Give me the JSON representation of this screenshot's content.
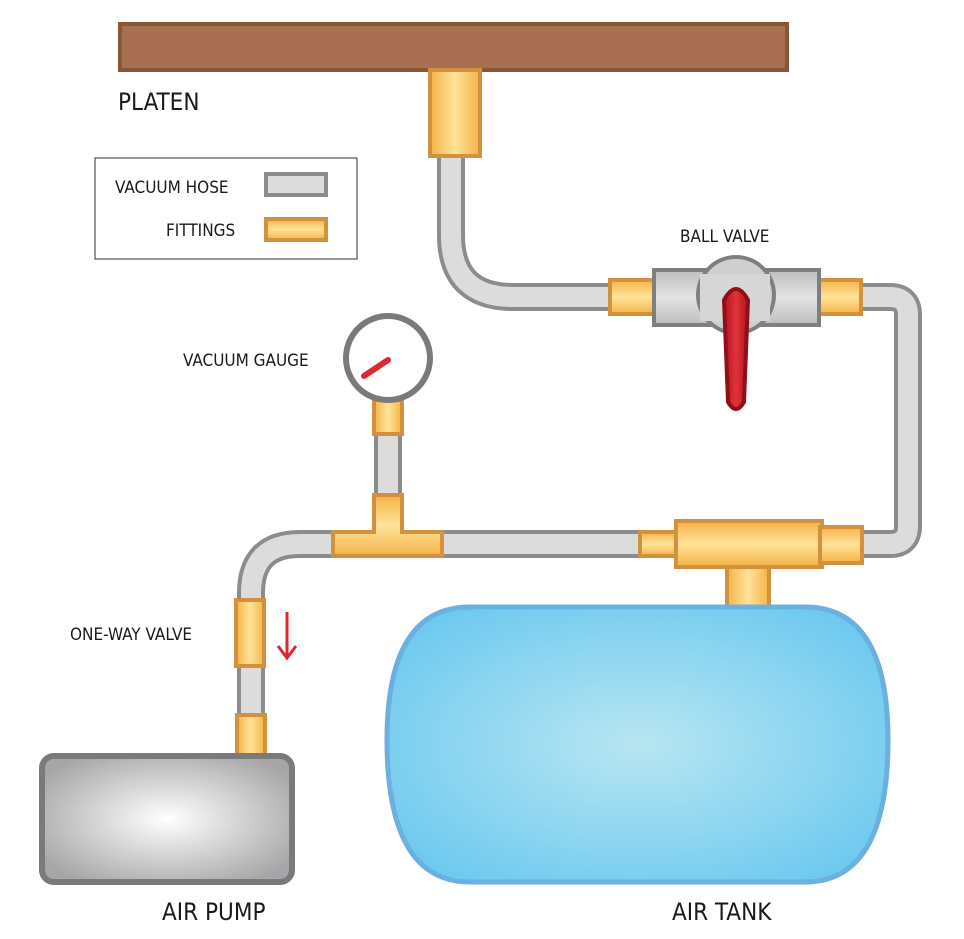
{
  "labels": {
    "platen": "PLATEN",
    "ball_valve": "BALL VALVE",
    "vacuum_gauge": "VACUUM GAUGE",
    "one_way_valve": "ONE-WAY VALVE",
    "air_pump": "AIR PUMP",
    "air_tank": "AIR TANK"
  },
  "legend": {
    "items": [
      {
        "label": "VACUUM HOSE",
        "swatch": "hose"
      },
      {
        "label": "FITTINGS",
        "swatch": "fitting"
      }
    ]
  },
  "colors": {
    "platen": "#a96f52",
    "platen_border": "#8a5638",
    "hose_fill": "#dcdcdc",
    "hose_border": "#8c8c8c",
    "fitting_fill": "#ffd27a",
    "fitting_border": "#d4913d",
    "valve_handle": "#d0202a",
    "gauge_needle": "#e0262e",
    "arrow": "#e0262e",
    "tank": "#7fd0f0",
    "tank_border": "#6ab0e0",
    "pump_border": "#7a7a7c"
  }
}
